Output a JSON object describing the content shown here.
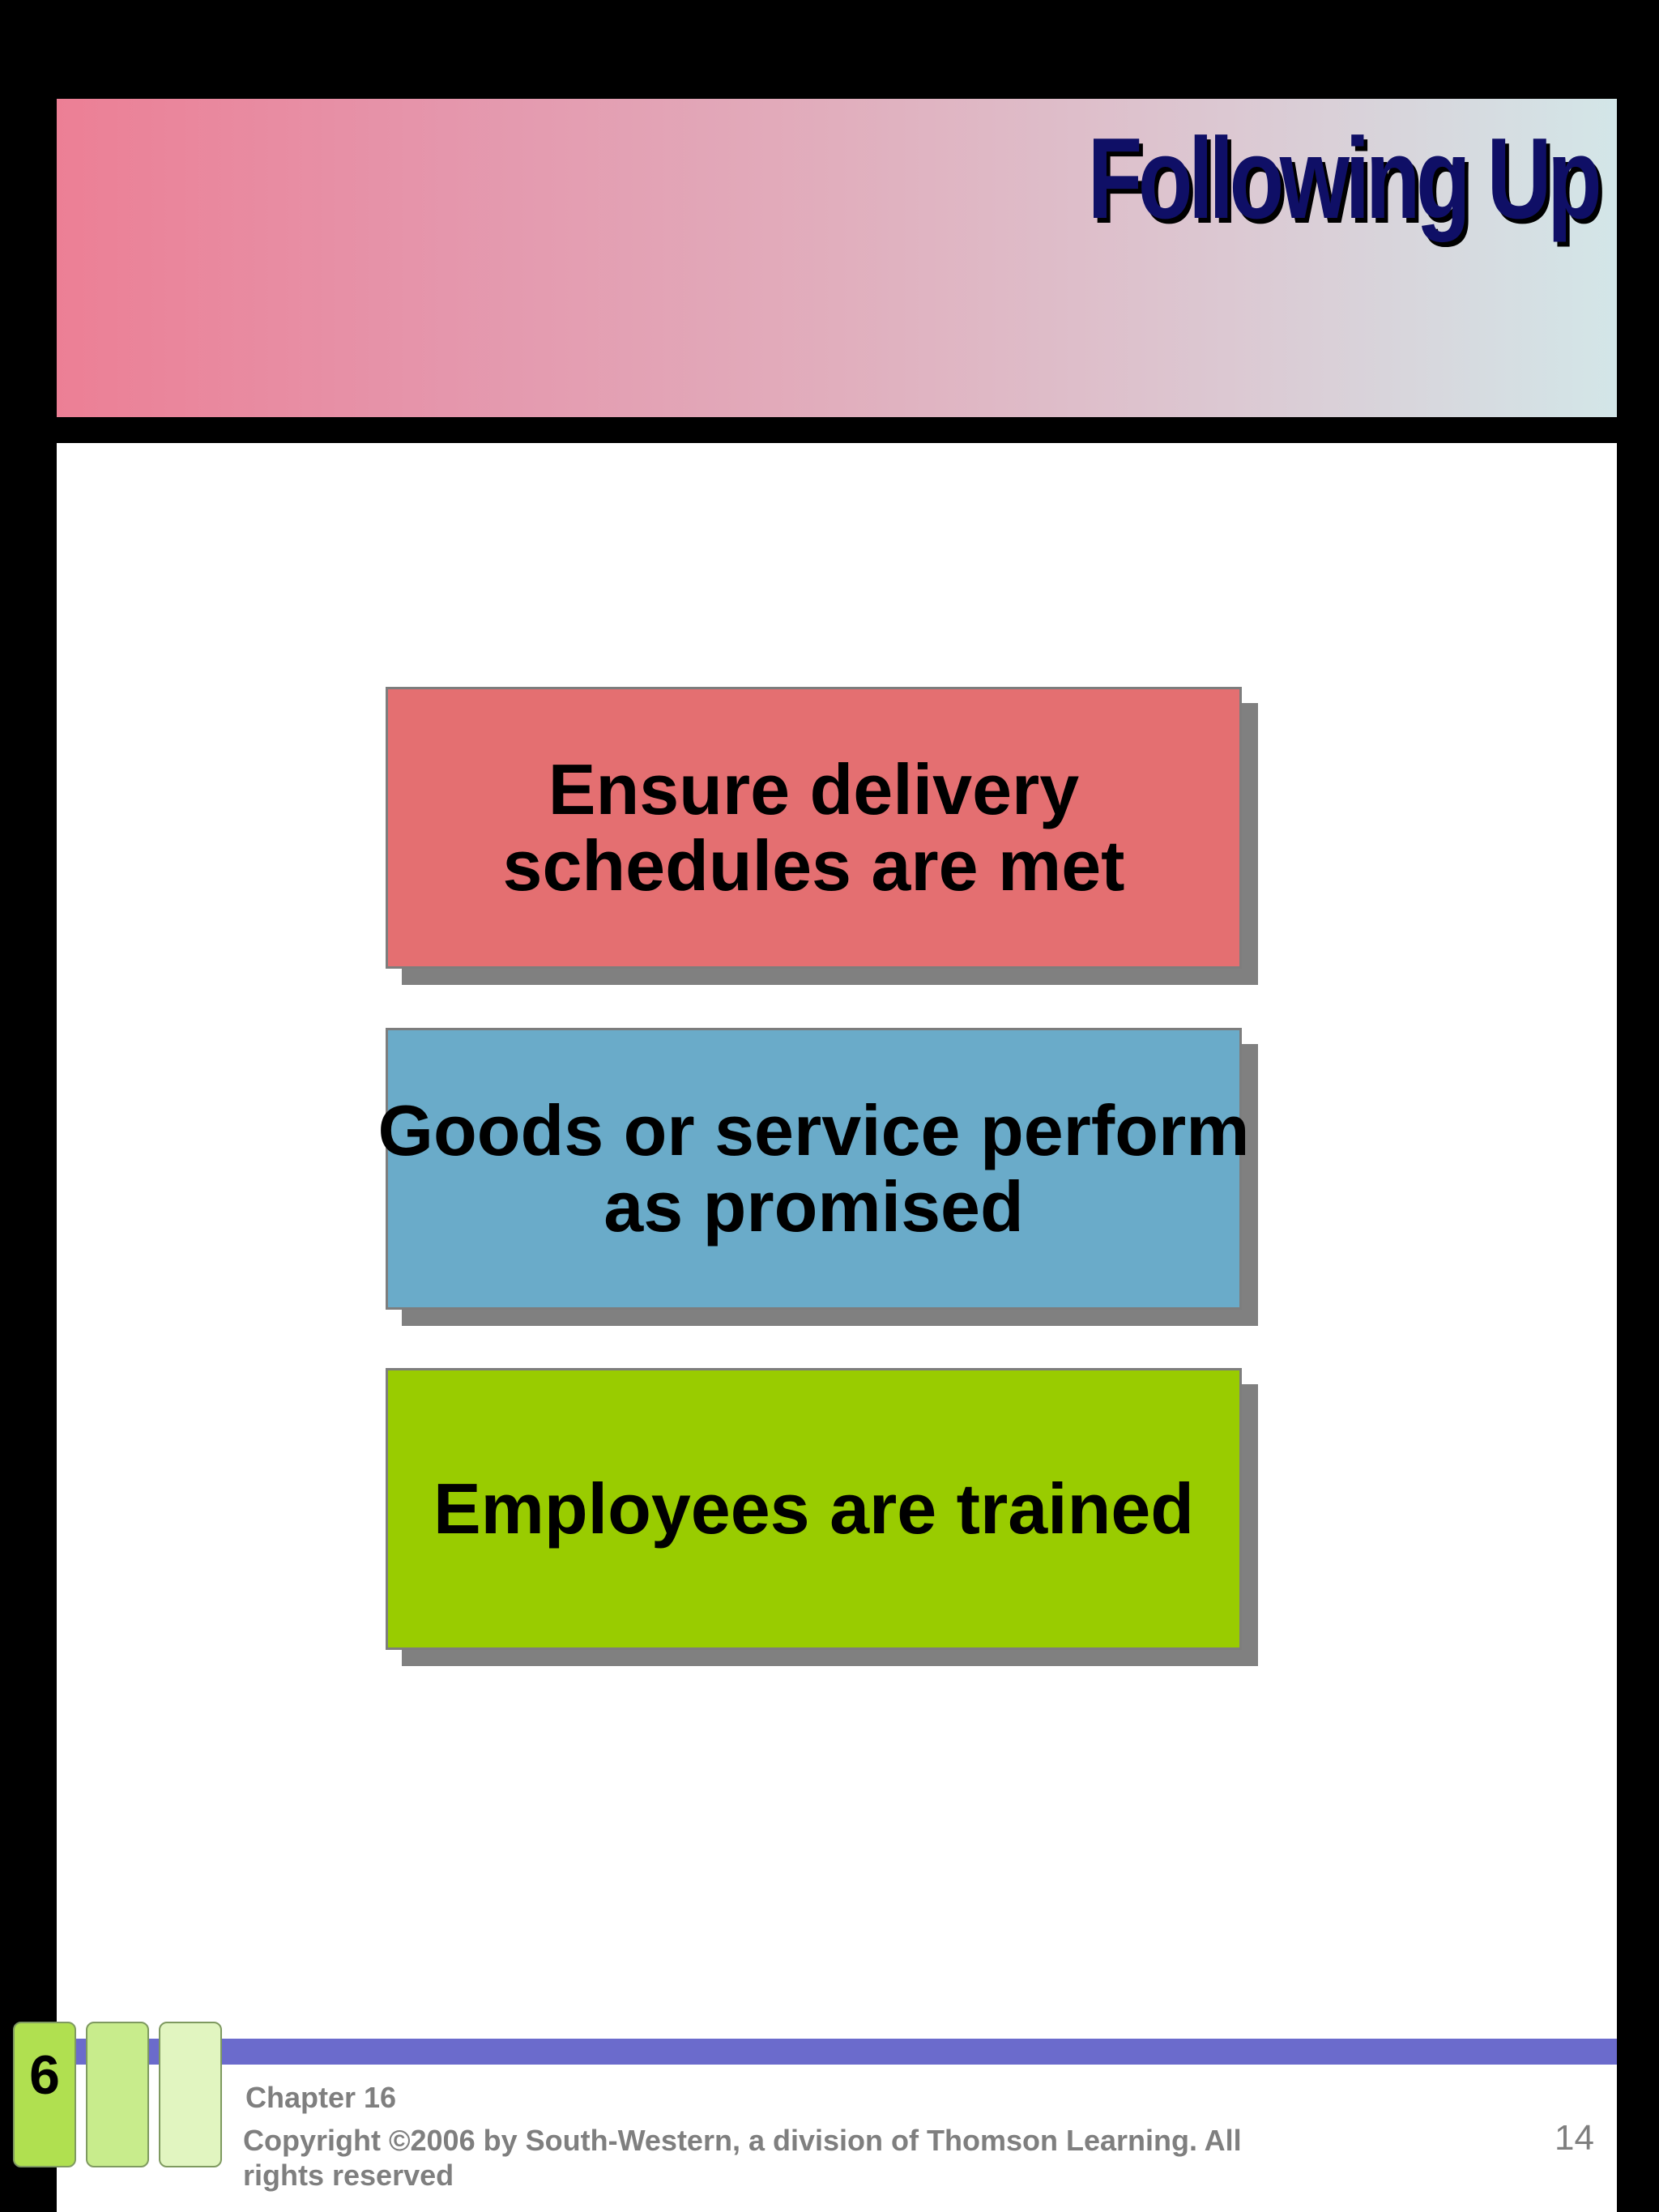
{
  "slide": {
    "title": "Following Up",
    "boxes": [
      {
        "line1": "Ensure delivery",
        "line2": "schedules are met",
        "color": "#e46f71"
      },
      {
        "line1": "Goods or service perform",
        "line2": "as promised",
        "color": "#6aabc9"
      },
      {
        "line1": "Employees are trained",
        "line2": "",
        "color": "#99cc00"
      }
    ]
  },
  "footer": {
    "tab_number": "6",
    "chapter": "Chapter 16",
    "copyright": "Copyright ©2006 by South-Western, a division of Thomson Learning.  All rights reserved",
    "page_number": "14",
    "bar_color": "#6b6bcc"
  }
}
